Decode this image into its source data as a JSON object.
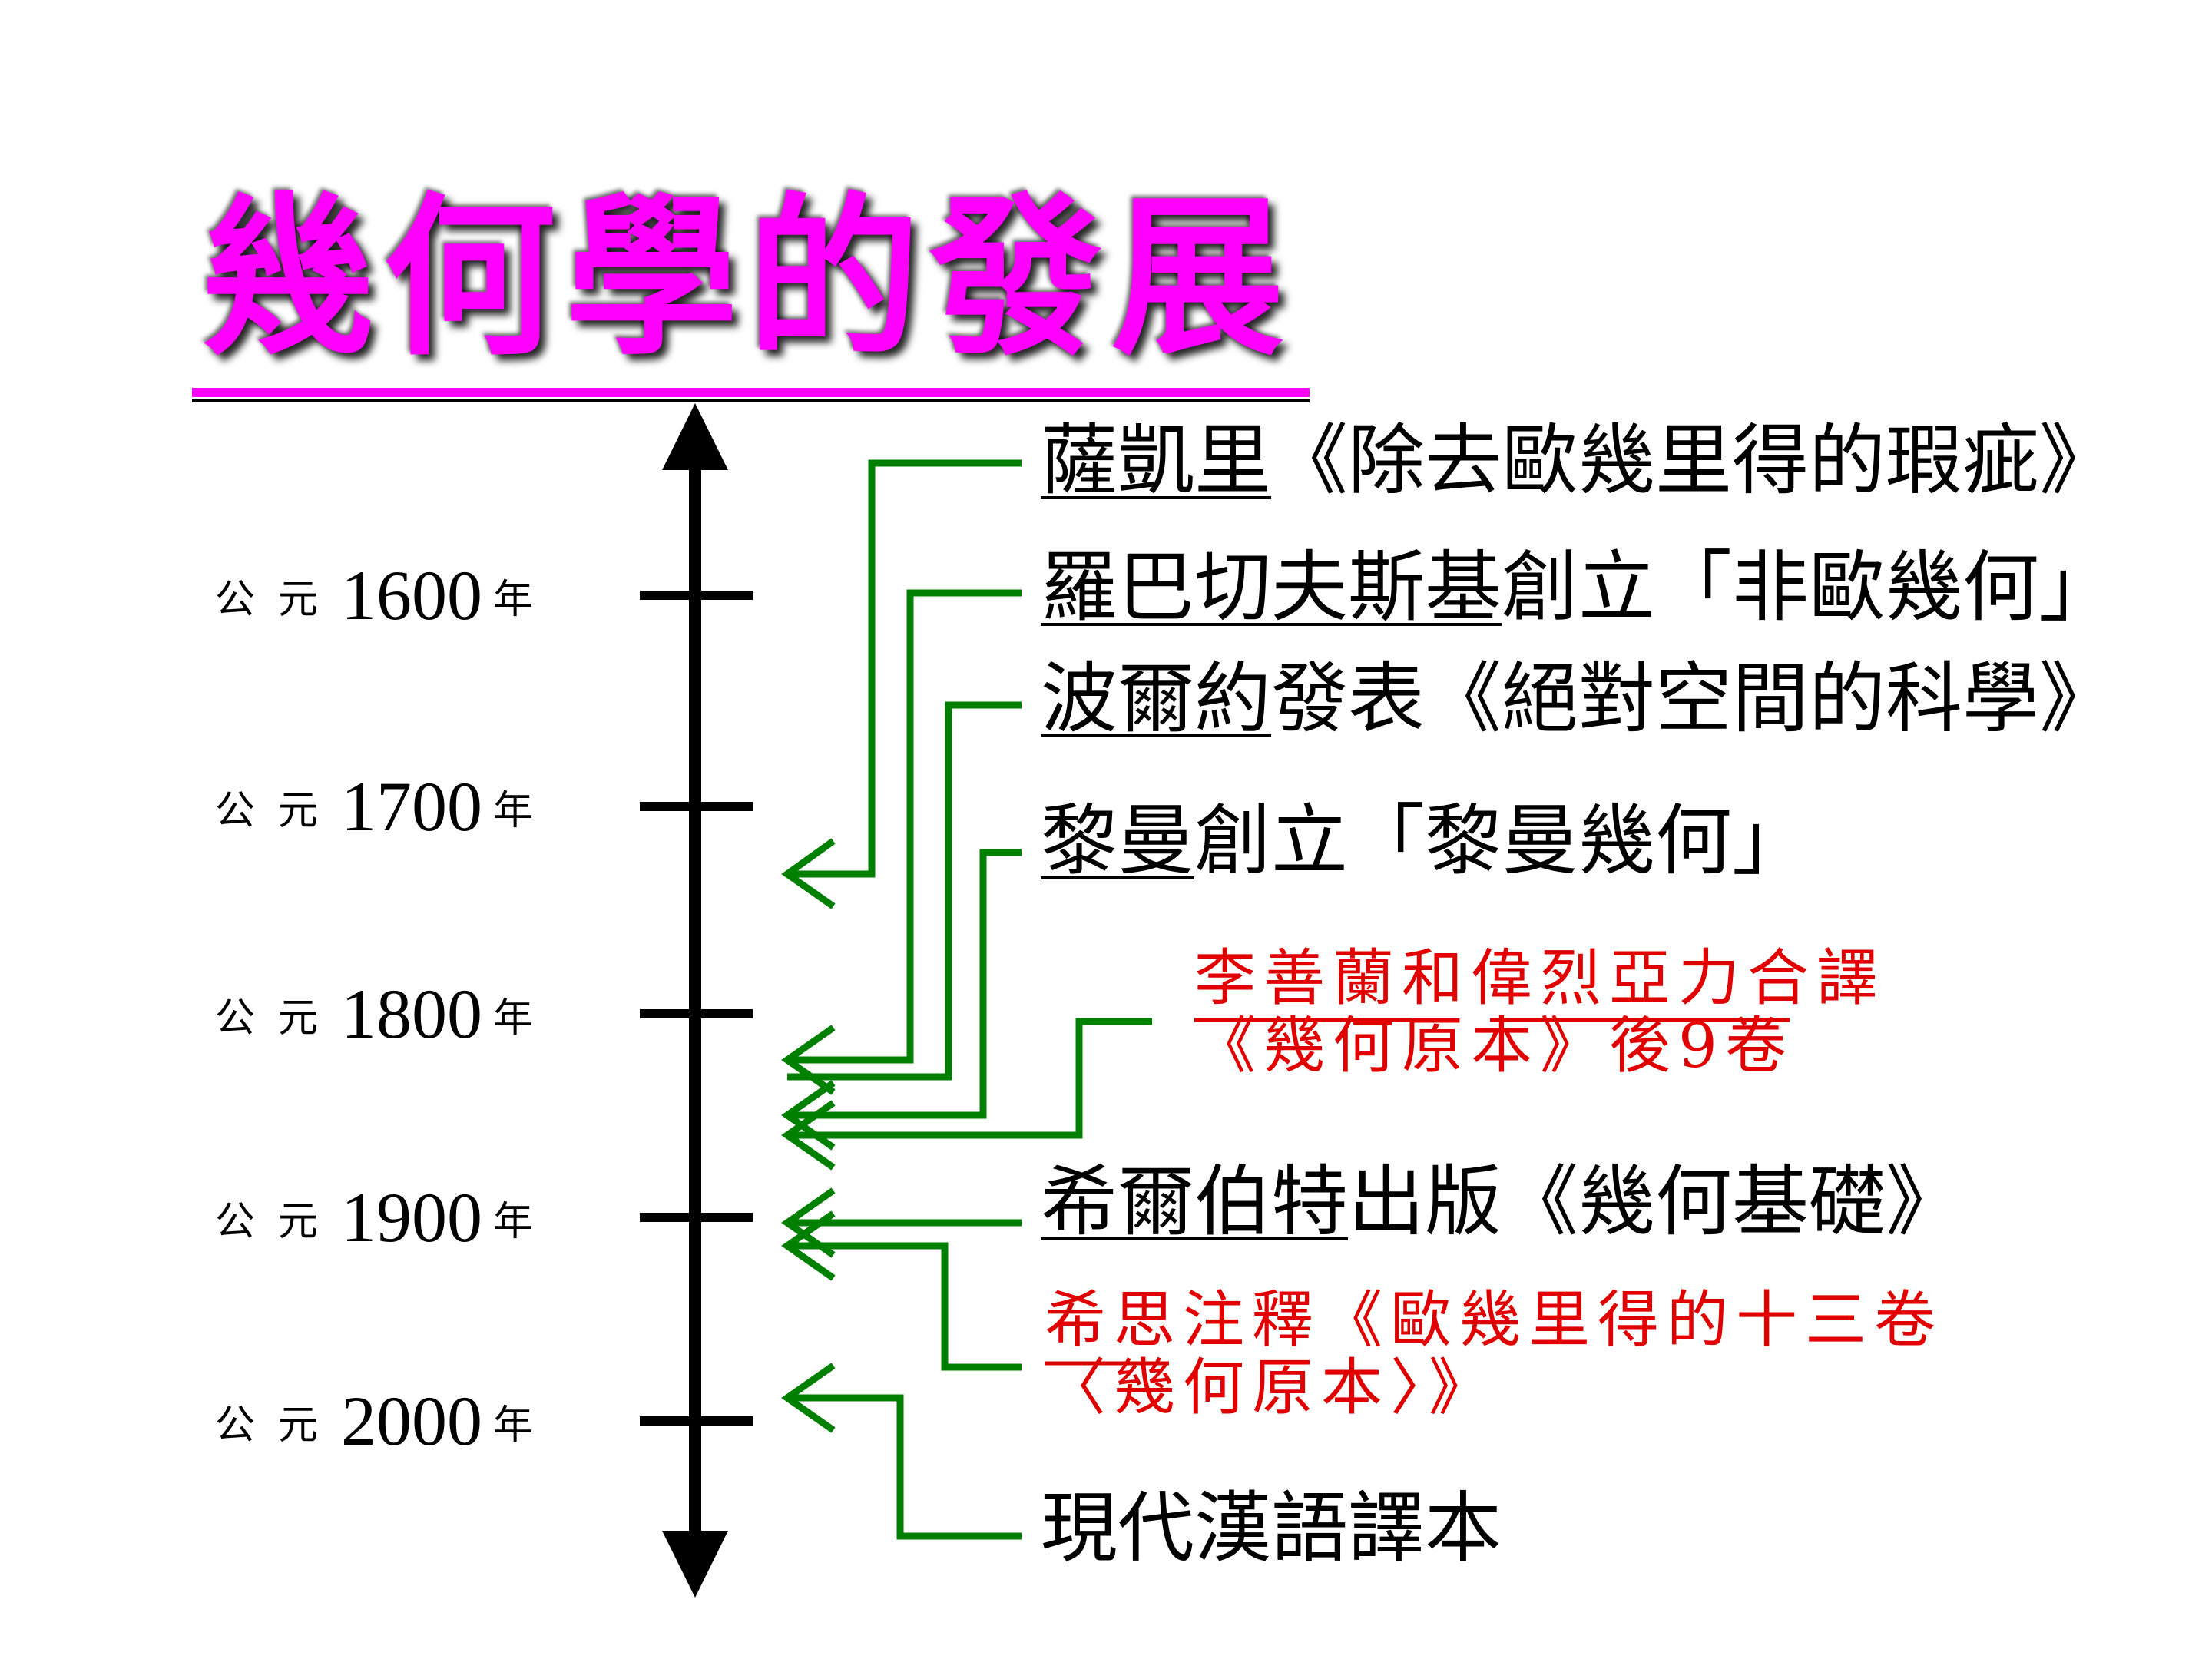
{
  "title": "幾何學的發展",
  "years": [
    {
      "prefix": "公元",
      "year": "1600",
      "suffix": "年"
    },
    {
      "prefix": "公元",
      "year": "1700",
      "suffix": "年"
    },
    {
      "prefix": "公元",
      "year": "1800",
      "suffix": "年"
    },
    {
      "prefix": "公元",
      "year": "1900",
      "suffix": "年"
    },
    {
      "prefix": "公元",
      "year": "2000",
      "suffix": "年"
    }
  ],
  "events": [
    {
      "name": "薩凱里",
      "rest": "《除去歐幾里得的瑕疵》"
    },
    {
      "name": "羅巴切夫斯基",
      "rest": "創立「非歐幾何」"
    },
    {
      "name": "波爾約",
      "rest": "發表《絕對空間的科學》"
    },
    {
      "name": "黎曼",
      "rest": "創立「黎曼幾何」"
    },
    {
      "name": "李善蘭和偉烈亞力",
      "rest": "合譯",
      "line2": "《幾何原本》後9卷"
    },
    {
      "name": "希爾伯特",
      "rest": "出版《幾何基礎》"
    },
    {
      "name": "希思",
      "rest": "注釋《歐幾里得的十三卷",
      "line2": "〈幾何原本〉》"
    },
    {
      "name": "",
      "rest": "現代漢語譯本"
    }
  ],
  "colors": {
    "title": "#ff00ff",
    "arrows": "#008000",
    "axis": "#000000",
    "highlight": "#e00000"
  }
}
